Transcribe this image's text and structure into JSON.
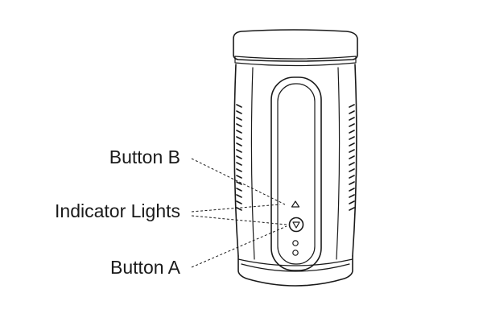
{
  "labels": {
    "button_b": "Button B",
    "indicator_lights": "Indicator Lights",
    "button_a": "Button A"
  },
  "icons": {
    "button_b": "triangle-up-icon",
    "button_a": "circled-triangle-down-icon",
    "indicator_lights": "indicator-light-icon"
  },
  "colors": {
    "line": "#1a1a1a",
    "background": "#ffffff"
  }
}
